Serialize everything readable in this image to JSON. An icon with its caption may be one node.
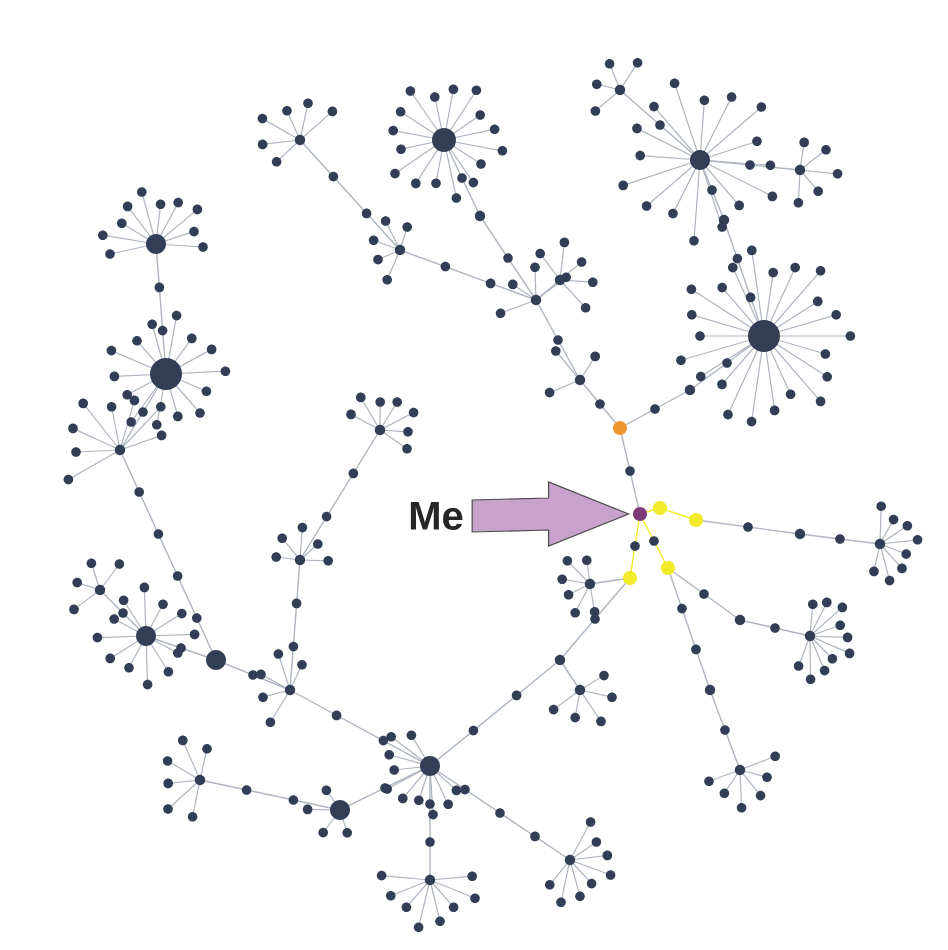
{
  "diagram": {
    "nodes": [
      {
        "text": [
          "Me"
        ]
      },
      {
        "text": [],
        "shape": "circle"
      }
    ],
    "edges": [
      {
        "from": 0,
        "to": 1,
        "arrow": "to"
      }
    ]
  }
}
